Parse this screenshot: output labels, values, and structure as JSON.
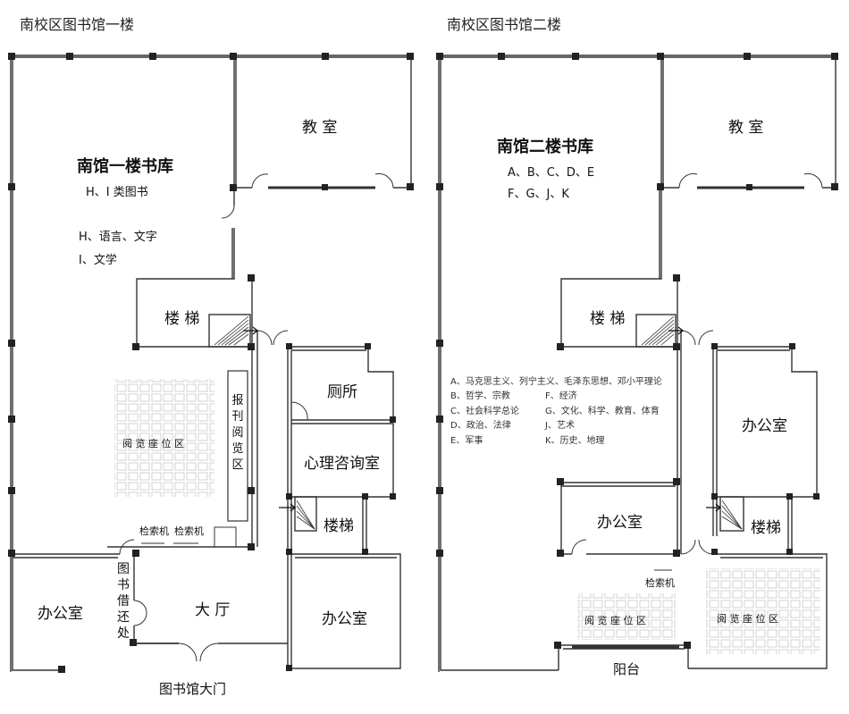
{
  "floor1": {
    "title": "南校区图书馆一楼",
    "stack_name": "南馆一楼书库",
    "stack_class": "H、I 类图书",
    "class_lines": [
      "H、语言、文字",
      "I、文学"
    ],
    "classroom": "教 室",
    "stairs_a": "楼 梯",
    "toilet": "厕所",
    "counseling": "心理咨询室",
    "stairs_b": "楼梯",
    "reading_area": "阅 览 座 位 区",
    "newspaper_area": [
      "报",
      "刊",
      "阅",
      "览",
      "区"
    ],
    "catalog_1": "检索机",
    "catalog_2": "检索机",
    "lending_desk": [
      "图",
      "书",
      "借",
      "还",
      "处"
    ],
    "hall": "大  厅",
    "office_left": "办公室",
    "office_right": "办公室",
    "main_gate": "图书馆大门"
  },
  "floor2": {
    "title": "南校区图书馆二楼",
    "stack_name": "南馆二楼书库",
    "stack_line1": "A、B、C、D、E",
    "stack_line2": "F、G、J、K",
    "classroom": "教 室",
    "stairs_a": "楼 梯",
    "legend": [
      "A、马克思主义、列宁主义、毛泽东思想、邓小平理论",
      "B、哲学、宗教",
      "C、社会科学总论",
      "D、政治、法律",
      "E、军事",
      "F、经济",
      "G、文化、科学、教育、体育",
      "J、艺术",
      "K、历史、地理"
    ],
    "office_right": "办公室",
    "office_mid": "办公室",
    "stairs_b": "楼梯",
    "catalog": "检索机",
    "reading_left": "阅 览 座 位 区",
    "reading_right": "阅 览 座 位 区",
    "balcony": "阳台"
  }
}
